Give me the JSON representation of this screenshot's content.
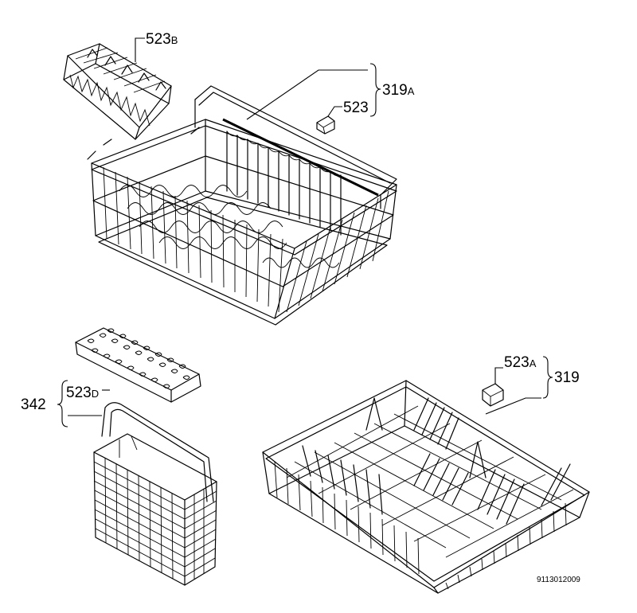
{
  "callouts": {
    "c523B": {
      "num": "523",
      "suffix": "B"
    },
    "c523": {
      "num": "523",
      "suffix": ""
    },
    "c319A": {
      "num": "319",
      "suffix": "A"
    },
    "c523A": {
      "num": "523",
      "suffix": "A"
    },
    "c319": {
      "num": "319",
      "suffix": ""
    },
    "c523D": {
      "num": "523",
      "suffix": "D"
    },
    "c342": {
      "num": "342",
      "suffix": ""
    }
  },
  "drawing_code": "9113012009",
  "colors": {
    "line": "#000000",
    "background": "#ffffff"
  }
}
